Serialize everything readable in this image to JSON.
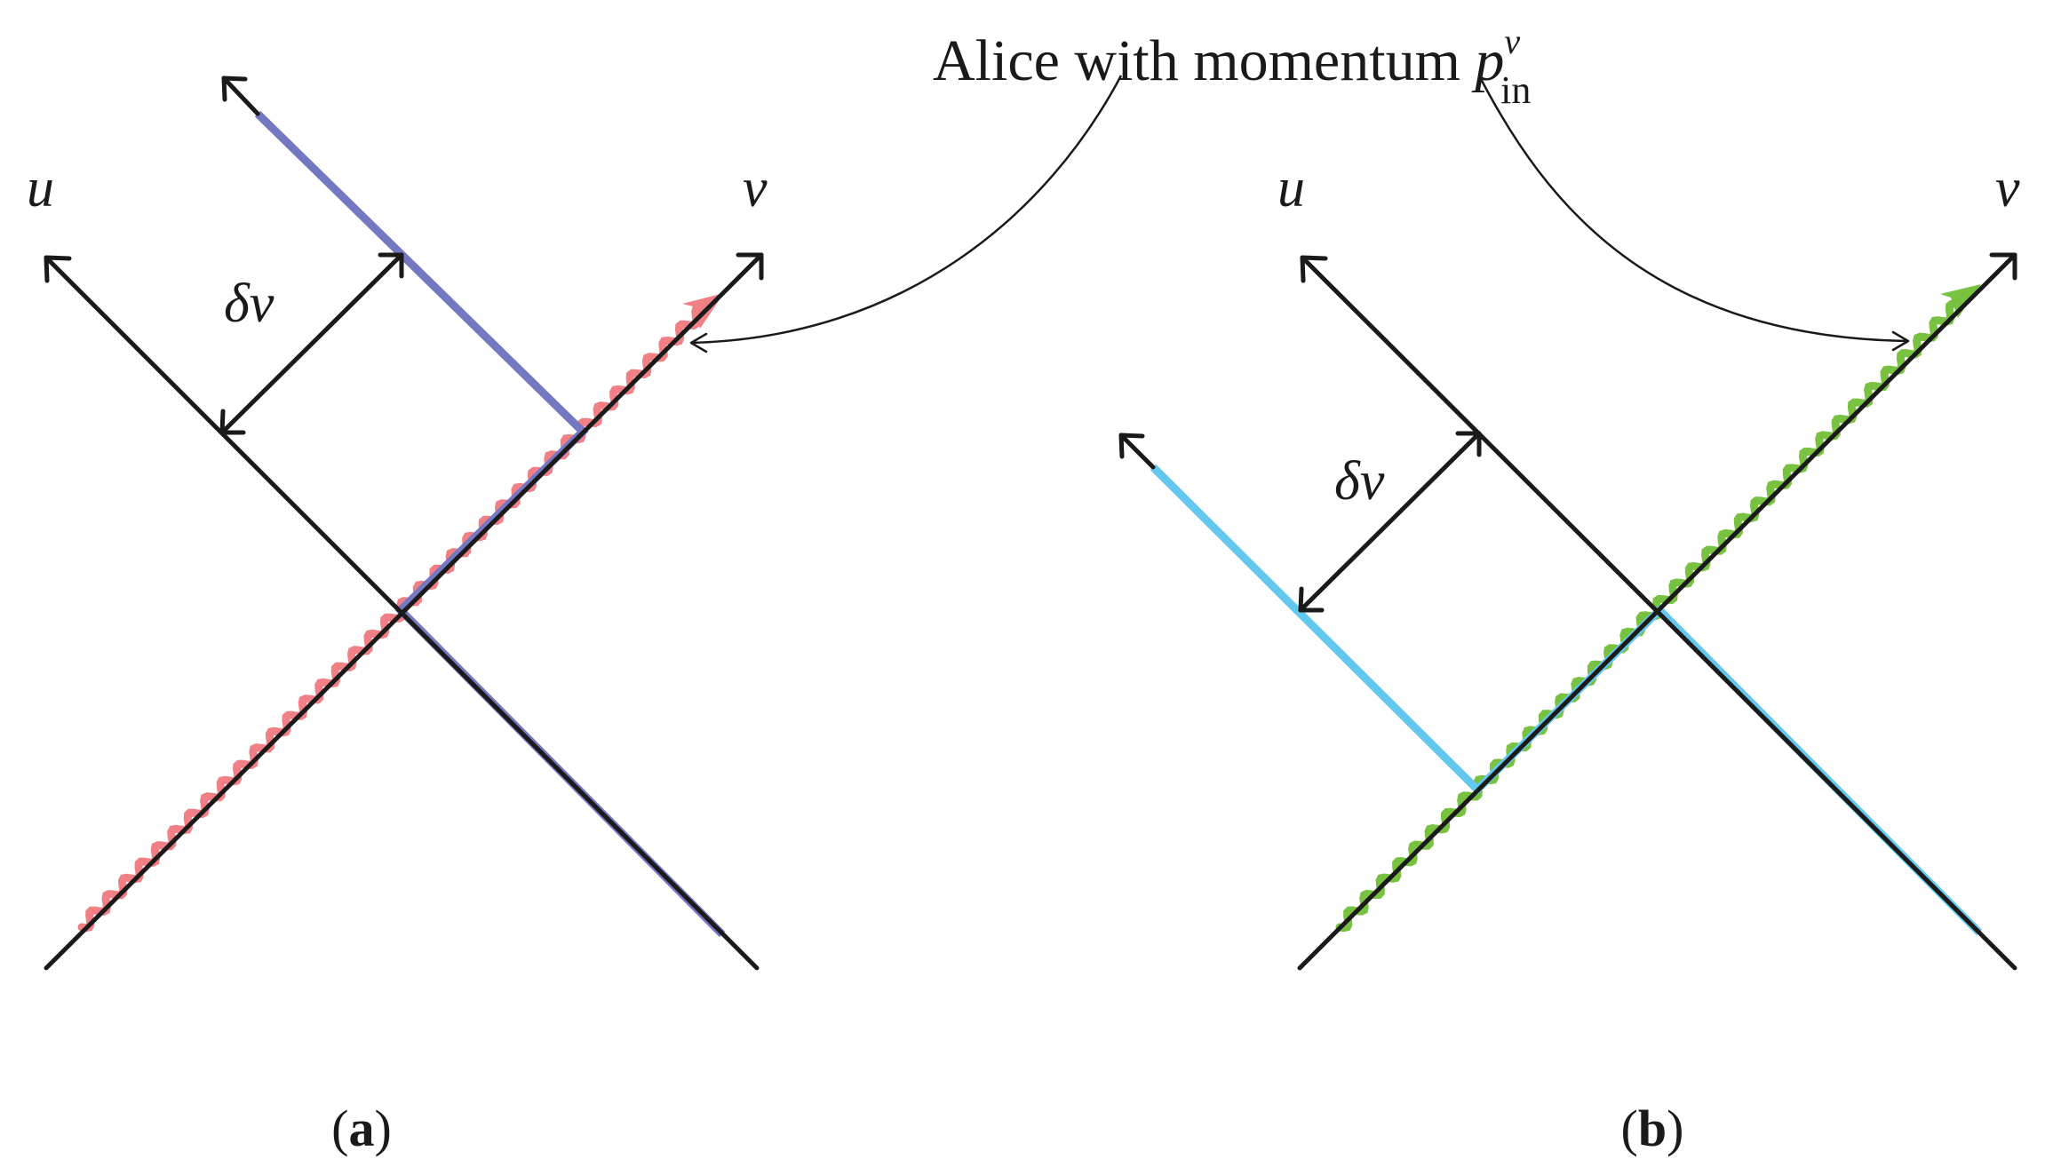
{
  "annotation": {
    "title_text": "Alice with momentum ",
    "momentum_symbol": "p",
    "momentum_superscript": "v",
    "momentum_subscript": "in"
  },
  "panels": [
    {
      "id": "a",
      "caption_open": "(",
      "caption_letter": "a",
      "caption_close": ")",
      "u_label": "u",
      "v_label": "v",
      "delta_label": "δv",
      "colors": {
        "wave": "#f07f86",
        "worldline": "#7478c1"
      }
    },
    {
      "id": "b",
      "caption_open": "(",
      "caption_letter": "b",
      "caption_close": ")",
      "u_label": "u",
      "v_label": "v",
      "delta_label": "δv",
      "colors": {
        "wave": "#79c141",
        "worldline": "#64c7ee"
      }
    }
  ],
  "colors": {
    "axis": "#1a1a1a",
    "background": "#ffffff"
  }
}
